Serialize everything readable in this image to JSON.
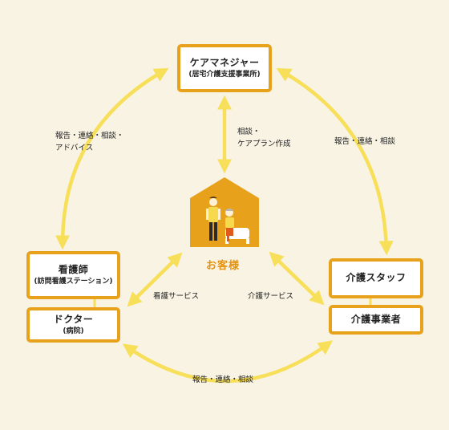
{
  "nodes": {
    "care_manager": {
      "title": "ケアマネジャー",
      "sub": "(居宅介護支援事業所)"
    },
    "nurse": {
      "title": "看護師",
      "sub": "(訪問看護ステーション)"
    },
    "doctor": {
      "title": "ドクター",
      "sub": "(病院)"
    },
    "care_staff": {
      "title": "介護スタッフ"
    },
    "care_provider": {
      "title": "介護事業者"
    },
    "customer": {
      "title": "お客様"
    }
  },
  "edges": {
    "nurse_caremanager": {
      "line1": "報告・連絡・相談・",
      "line2": "アドバイス"
    },
    "caremanager_customer": {
      "line1": "相談・",
      "line2": "ケアプラン作成"
    },
    "caremanager_carestaff": {
      "line1": "報告・連絡・相談"
    },
    "nurse_customer": {
      "line1": "看護サービス"
    },
    "carestaff_customer": {
      "line1": "介護サービス"
    },
    "doctor_careprovider": {
      "line1": "報告・連絡・相談"
    }
  },
  "colors": {
    "background": "#f8f3e3",
    "box_border": "#e8a11a",
    "arrow": "#f8df5a",
    "house": "#e8a11a",
    "accent_text": "#e5920f"
  }
}
